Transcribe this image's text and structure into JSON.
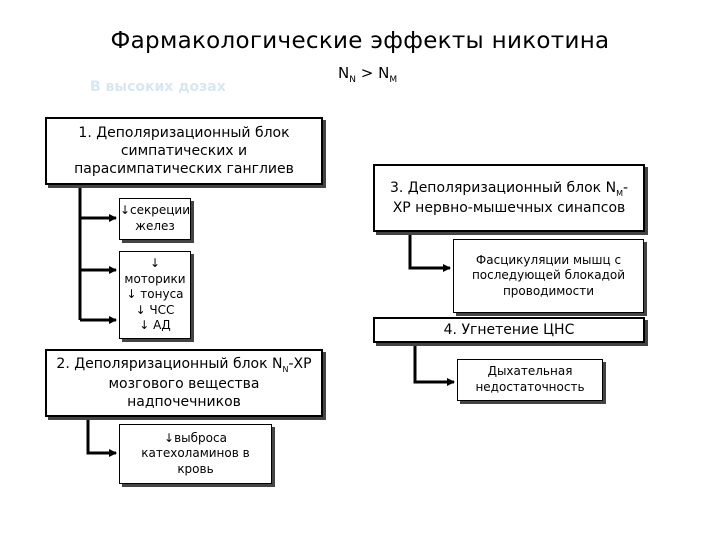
{
  "title": "Фармакологические эффекты никотина",
  "subtitle": "В высоких дозах",
  "formula": {
    "n1": "N",
    "sub1": "N",
    "op": " > ",
    "n2": "N",
    "sub2": "M"
  },
  "box1": {
    "text": "1. Деполяризационный блок симпатических и парасимпатических ганглиев"
  },
  "box1a": {
    "text": "↓секреции желез"
  },
  "box1b": {
    "l1": "↓",
    "l2": "моторики",
    "l3": "↓ тонуса",
    "l4": "↓ ЧСС",
    "l5": "↓ АД"
  },
  "box2": {
    "pre": "2. Деполяризационный блок ",
    "n": "N",
    "sub": "N",
    "post": "-ХР мозгового вещества надпочечников"
  },
  "box2a": {
    "text": "↓выброса катехоламинов в кровь"
  },
  "box3": {
    "pre": "3. Деполяризационный блок ",
    "n": "N",
    "sub": "M",
    "post": "-ХР нервно-мышечных синапсов"
  },
  "box3a": {
    "text": "Фасцикуляции мышц с последующей блокадой проводимости"
  },
  "box4": {
    "text": "4. Угнетение ЦНС"
  },
  "box4a": {
    "text": "Дыхательная недостаточность"
  }
}
